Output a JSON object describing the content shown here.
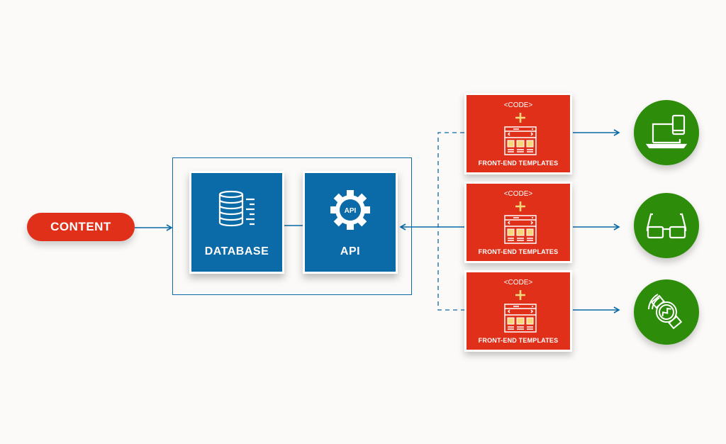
{
  "content": {
    "label": "CONTENT"
  },
  "backend": {
    "database": {
      "label": "DATABASE",
      "icon": "database-icon"
    },
    "api": {
      "label": "API",
      "icon": "gear-api-icon",
      "badge": "API"
    }
  },
  "templates": [
    {
      "code": "<CODE>",
      "label": "FRONT-END TEMPLATES"
    },
    {
      "code": "<CODE>",
      "label": "FRONT-END TEMPLATES"
    },
    {
      "code": "<CODE>",
      "label": "FRONT-END TEMPLATES"
    }
  ],
  "devices": [
    {
      "icon": "laptop-phone-icon"
    },
    {
      "icon": "glasses-icon"
    },
    {
      "icon": "smartwatch-icon"
    }
  ],
  "colors": {
    "red": "#e03019",
    "blue": "#0b6aa8",
    "green": "#2d8c0a",
    "highlight": "#f6d77a",
    "background": "#fbfaf8"
  }
}
